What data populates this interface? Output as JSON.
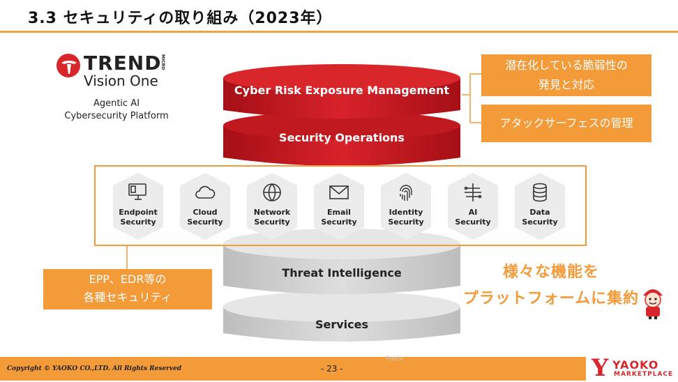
{
  "header": {
    "title": "3.3  セキュリティの取り組み（2023年）"
  },
  "logo": {
    "brand": "TREND",
    "micro": "MICRO",
    "product": "Vision One",
    "tagline_line1": "Agentic AI",
    "tagline_line2": "Cybersecurity Platform"
  },
  "layers": {
    "top1": "Cyber Risk Exposure Management",
    "top2": "Security Operations",
    "bottom1": "Threat Intelligence",
    "bottom2": "Services"
  },
  "modules": [
    {
      "line1": "Endpoint",
      "line2": "Security"
    },
    {
      "line1": "Cloud",
      "line2": "Security"
    },
    {
      "line1": "Network",
      "line2": "Security"
    },
    {
      "line1": "Email",
      "line2": "Security"
    },
    {
      "line1": "Identity",
      "line2": "Security"
    },
    {
      "line1": "AI",
      "line2": "Security"
    },
    {
      "line1": "Data",
      "line2": "Security"
    }
  ],
  "notes": {
    "exposure_line1": "潜在化している脆弱性の",
    "exposure_line2": "発見と対応",
    "attack_surface": "アタックサーフェスの管理",
    "epp_line1": "EPP、EDR等の",
    "epp_line2": "各種セキュリティ",
    "callout_line1": "様々な機能を",
    "callout_line2": "プラットフォームに集約"
  },
  "footer": {
    "copyright": "Copyright © YAOKO CO.,LTD. All Rights Reserved",
    "page": "- 23 -",
    "public": "Public",
    "yaoko_y": "Y",
    "yaoko_name": "YAOKO",
    "yaoko_sub": "MARKETPLACE"
  },
  "colors": {
    "accent": "#f39a39",
    "red": "#c8161d",
    "grey": "#cfcfcf"
  }
}
